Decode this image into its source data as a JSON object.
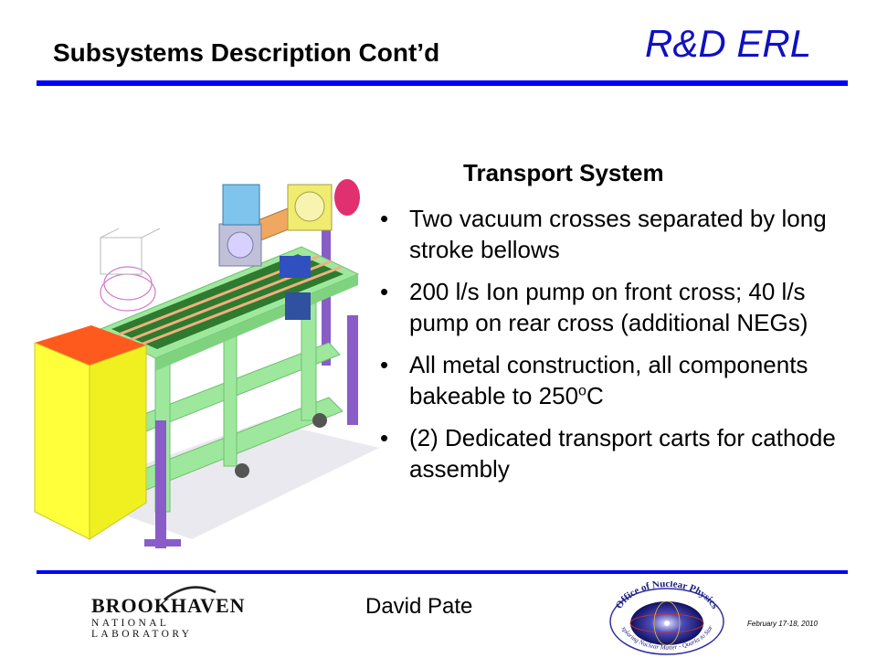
{
  "header": {
    "title": "Subsystems Description Cont’d",
    "brand": "R&D ERL"
  },
  "main": {
    "heading": "Transport System",
    "bullets": [
      {
        "text": "Two vacuum crosses separated by long stroke bellows"
      },
      {
        "text": "200 l/s Ion pump on front cross; 40 l/s pump on rear cross (additional NEGs)"
      },
      {
        "text_before": "All metal construction, all components bakeable to 250",
        "superscript": "o",
        "text_after": "C"
      },
      {
        "text": "(2) Dedicated transport carts for cathode assembly"
      }
    ]
  },
  "footer": {
    "lab_logo_line1": "BROOKHAVEN",
    "lab_logo_line2": "NATIONAL LABORATORY",
    "presenter": "David Pate",
    "office_logo_top": "Office of Nuclear Physics",
    "office_logo_bottom": "Exploring Nuclear Matter - Quarks to Stars",
    "date": "February 17-18, 2010"
  },
  "colors": {
    "brand": "#1010c0",
    "rule": "#0000ff",
    "frame": "#9ee89e",
    "box": "#ffff3a",
    "box_top": "#ff5a1e",
    "legs": "#8a5cc8",
    "bed": "#2e7a2e"
  }
}
